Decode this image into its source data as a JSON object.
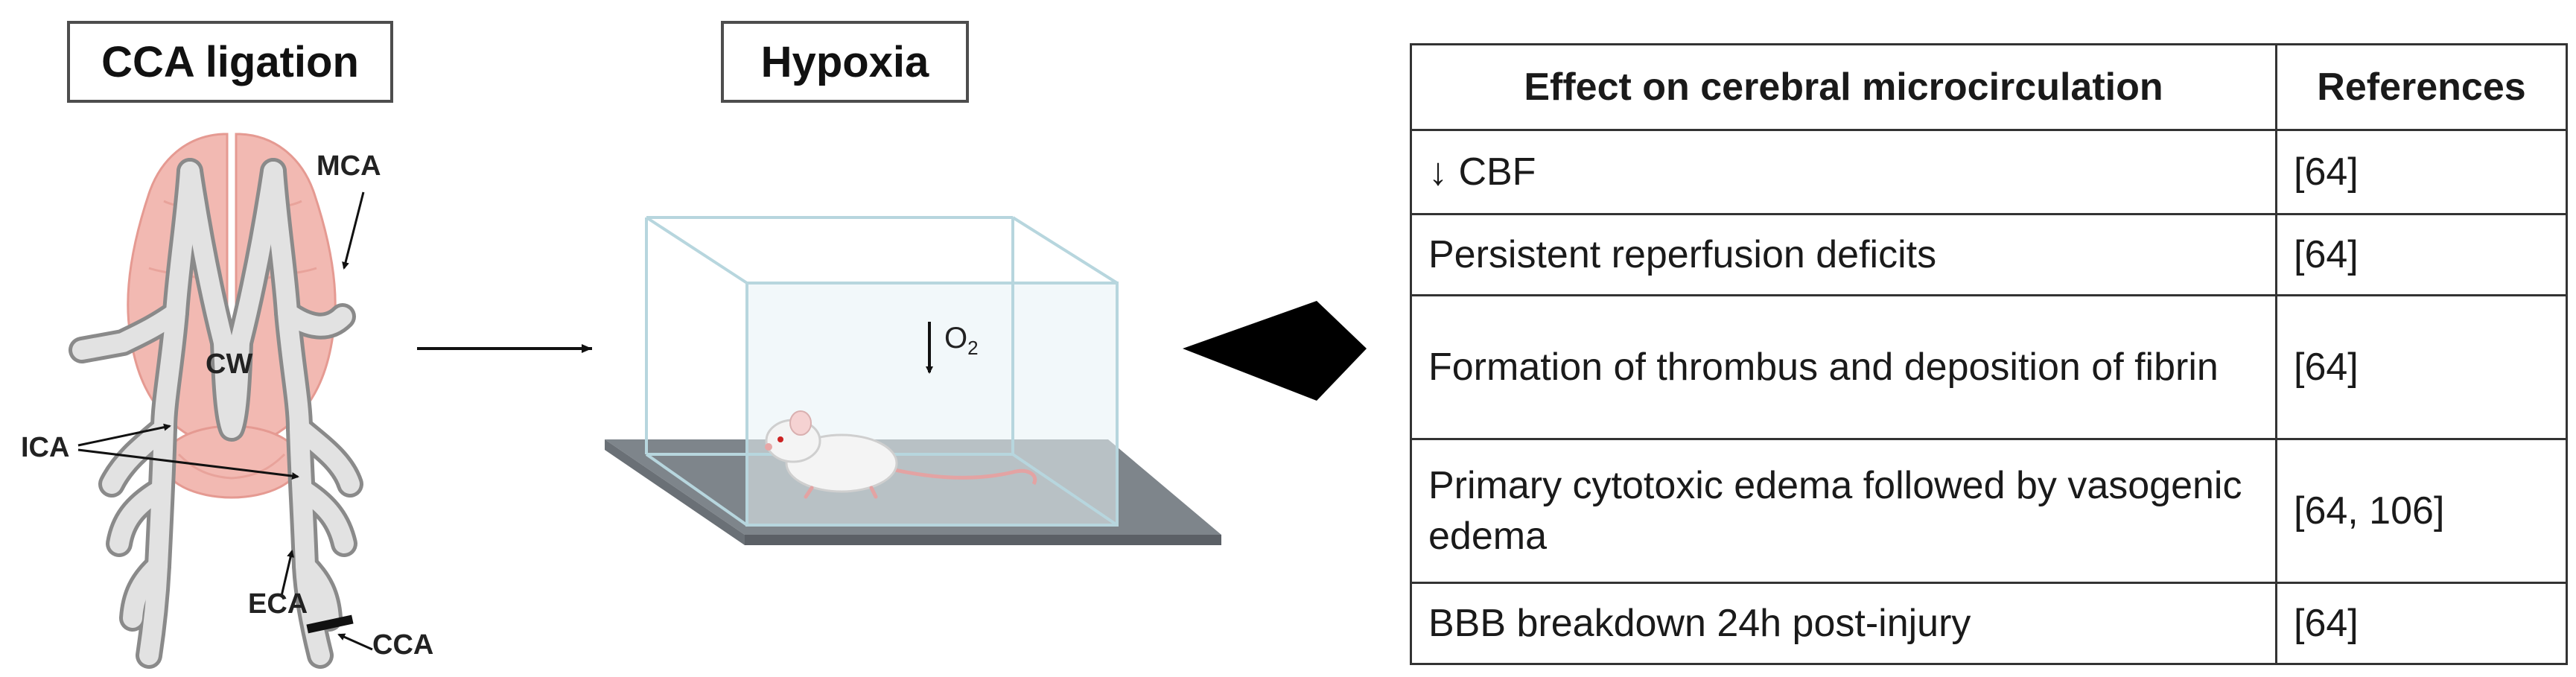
{
  "left_panel": {
    "title": "CCA ligation",
    "labels": {
      "mca": "MCA",
      "cw": "CW",
      "ica": "ICA",
      "eca": "ECA",
      "cca": "CCA"
    }
  },
  "middle_panel": {
    "title": "Hypoxia",
    "oxygen_label": "O",
    "oxygen_subscript": "2"
  },
  "table": {
    "headers": [
      "Effect on cerebral microcirculation",
      "References"
    ],
    "rows": [
      {
        "effect": "↓ CBF",
        "refs": "[64]"
      },
      {
        "effect": "Persistent reperfusion deficits",
        "refs": "[64]"
      },
      {
        "effect": "Formation of thrombus and deposition of fibrin",
        "refs": "[64]"
      },
      {
        "effect": "Primary cytotoxic edema followed by vasogenic edema",
        "refs": "[64, 106]"
      },
      {
        "effect": "BBB breakdown 24h post-injury",
        "refs": "[64]"
      }
    ]
  },
  "colors": {
    "brain_fill": "#f2b9b2",
    "brain_outline": "#e59a92",
    "vessel_fill": "#e2e2e2",
    "vessel_outline": "#8a8a8a",
    "platform": "#8e949a",
    "box_glass": "#b7d6de",
    "big_arrow": "#000000"
  },
  "icons": [
    "ligature-mark",
    "mouse-illustration",
    "glass-chamber",
    "arrow-right-thin",
    "arrow-right-bold"
  ]
}
